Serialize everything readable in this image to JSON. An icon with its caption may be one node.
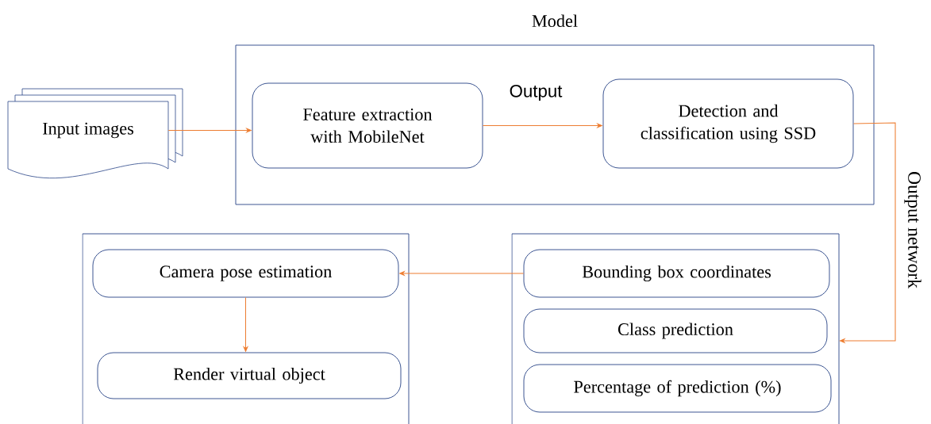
{
  "diagram": {
    "nodes": [
      {
        "text": [
          "Model"
        ]
      },
      {
        "text": [
          "Input images"
        ]
      },
      {
        "text": [
          "Feature extraction with MobileNet"
        ],
        "in": 0
      },
      {
        "text": [
          "Detection and classification using SSD"
        ],
        "in": 0
      },
      {
        "text": [],
        "shape": "box"
      },
      {
        "text": [
          "Camera pose estimation"
        ],
        "in": 4
      },
      {
        "text": [
          "Render virtual object"
        ],
        "in": 4
      },
      {
        "text": [],
        "shape": "box"
      },
      {
        "text": [
          "Bounding box coordinates"
        ],
        "in": 7
      },
      {
        "text": [
          "Class prediction"
        ],
        "in": 7
      },
      {
        "text": [
          "Percentage of prediction (%)"
        ],
        "in": 7
      }
    ],
    "edges": [
      {
        "from": 1,
        "to": 2,
        "arrow": "to"
      },
      {
        "from": 2,
        "to": 3,
        "arrow": "to",
        "label": "Output"
      },
      {
        "from": 3,
        "to": 7,
        "arrow": "to",
        "label": "Output network"
      },
      {
        "from": 8,
        "to": 5,
        "arrow": "to"
      },
      {
        "from": 5,
        "to": 6,
        "arrow": "to"
      }
    ]
  }
}
